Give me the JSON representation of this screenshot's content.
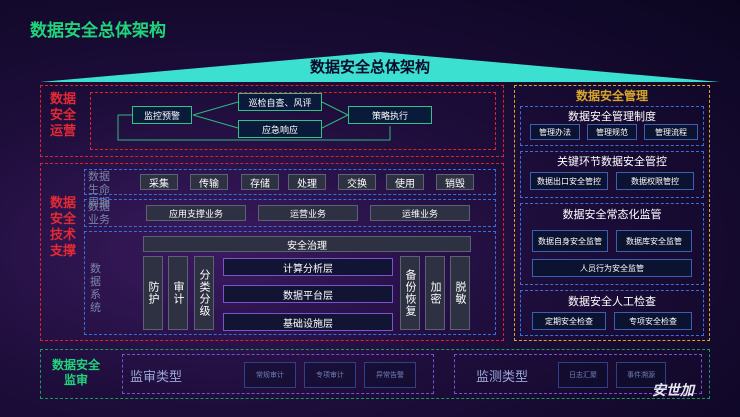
{
  "title": "数据安全总体架构",
  "roof_title": "数据安全总体架构",
  "ops": {
    "label": "数据安全运营",
    "nodes": {
      "monitor": "监控预警",
      "inspect": "巡检自查、风评",
      "respond": "应急响应",
      "execute": "策略执行"
    }
  },
  "tech": {
    "label": "数据安全技术支撑",
    "lifecycle": {
      "label": "数据生命周期",
      "items": [
        "采集",
        "传输",
        "存储",
        "处理",
        "交换",
        "使用",
        "销毁"
      ]
    },
    "business": {
      "label": "数据业务",
      "items": [
        "应用支撑业务",
        "运营业务",
        "运维业务"
      ]
    },
    "system": {
      "label": "数据系统",
      "governance": "安全治理",
      "left_vertical": [
        "防护",
        "审计",
        "分类分级"
      ],
      "layers": [
        "计算分析层",
        "数据平台层",
        "基础设施层"
      ],
      "right_vertical": [
        "备份恢复",
        "加密",
        "脱敏"
      ]
    }
  },
  "mgmt": {
    "title": "数据安全管理",
    "system": {
      "title": "数据安全管理制度",
      "items": [
        "管理办法",
        "管理规范",
        "管理流程"
      ]
    },
    "key_control": {
      "title": "关键环节数据安全管控",
      "items": [
        "数据出口安全管控",
        "数据权限管控"
      ]
    },
    "normal_monitor": {
      "title": "数据安全常态化监管",
      "items": [
        "数据自身安全监管",
        "数据库安全监管",
        "人员行为安全监管"
      ]
    },
    "manual_check": {
      "title": "数据安全人工检查",
      "items": [
        "定期安全检查",
        "专项安全检查"
      ]
    }
  },
  "audit": {
    "label": "数据安全监审",
    "audit_type": {
      "label": "监审类型",
      "items": [
        "常规审计",
        "专项审计",
        "异常告警"
      ]
    },
    "monitor_type": {
      "label": "监测类型",
      "items": [
        "日志汇聚",
        "事件溯源"
      ]
    }
  },
  "watermark": "安世加",
  "colors": {
    "accent_green": "#1fd47a",
    "alert_red": "#e32a35",
    "mgmt_yellow": "#d6a52a",
    "frame_blue": "#3b6fd8"
  }
}
